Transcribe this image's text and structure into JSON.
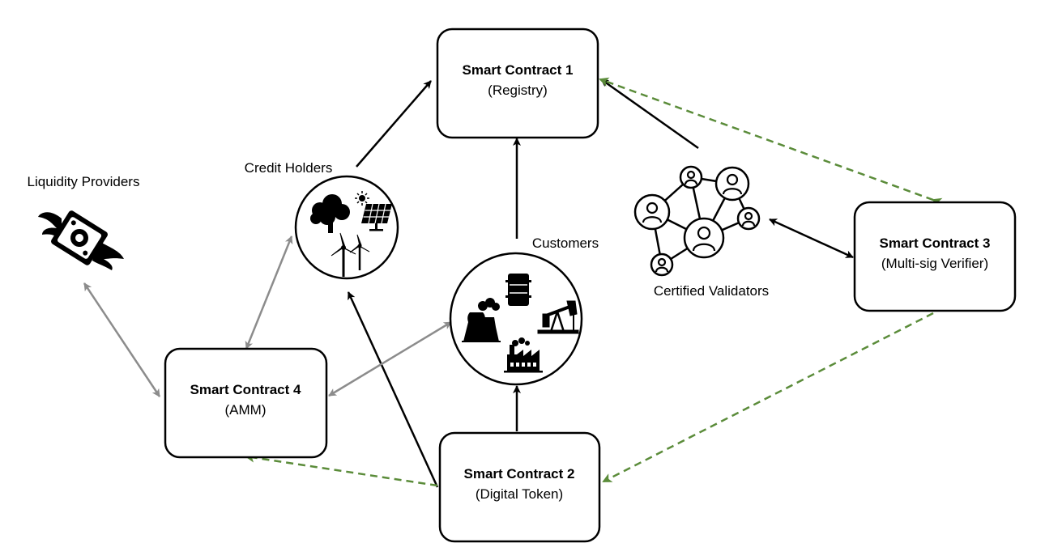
{
  "contracts": {
    "sc1": {
      "title": "Smart Contract 1",
      "subtitle": "(Registry)"
    },
    "sc2": {
      "title": "Smart Contract 2",
      "subtitle": "(Digital Token)"
    },
    "sc3": {
      "title": "Smart Contract 3",
      "subtitle": "(Multi-sig Verifier)"
    },
    "sc4": {
      "title": "Smart Contract 4",
      "subtitle": "(AMM)"
    }
  },
  "actors": {
    "liquidity_providers": "Liquidity Providers",
    "credit_holders": "Credit Holders",
    "customers": "Customers",
    "validators": "Certified Validators"
  },
  "colors": {
    "solid": "#000000",
    "gray": "#8c8c8c",
    "dashed_green": "#5b8c3a"
  },
  "icons": [
    "money-with-wings-icon",
    "tree-icon",
    "sun-icon",
    "solar-panel-icon",
    "wind-turbine-icon",
    "cooling-tower-icon",
    "oil-barrel-icon",
    "oil-pump-icon",
    "factory-icon",
    "validator-network-icon"
  ]
}
